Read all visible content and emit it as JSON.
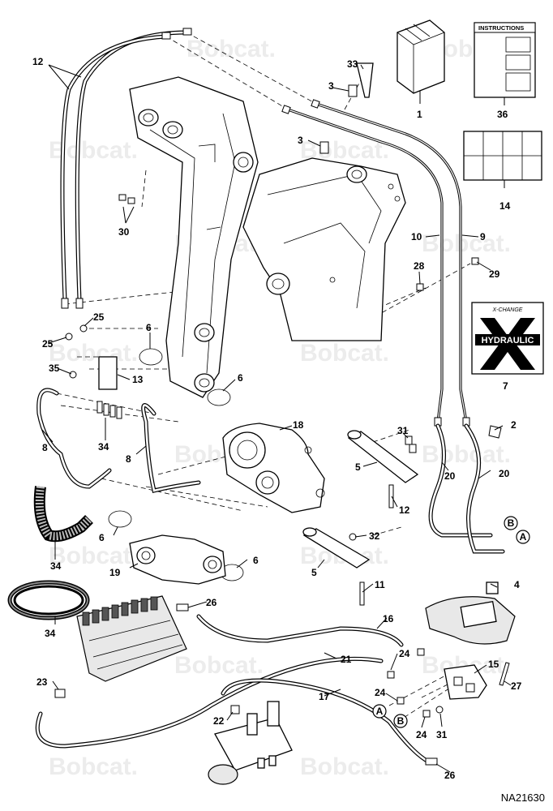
{
  "figure_code": "NA21630",
  "watermark": "Bobcat.",
  "decals": {
    "instructions_title": "INSTRUCTIONS",
    "logo_top": "X-CHANGE",
    "logo_main": "HYDRAULIC"
  },
  "callouts": [
    "1",
    "2",
    "3",
    "3",
    "4",
    "5",
    "5",
    "6",
    "6",
    "6",
    "6",
    "7",
    "8",
    "8",
    "9",
    "10",
    "11",
    "12",
    "12",
    "13",
    "14",
    "15",
    "16",
    "17",
    "18",
    "19",
    "20",
    "20",
    "21",
    "22",
    "23",
    "24",
    "24",
    "24",
    "25",
    "25",
    "26",
    "26",
    "27",
    "28",
    "28",
    "29",
    "30",
    "31",
    "31",
    "32",
    "33",
    "34",
    "34",
    "35",
    "36"
  ],
  "port_labels": [
    "A",
    "B"
  ]
}
